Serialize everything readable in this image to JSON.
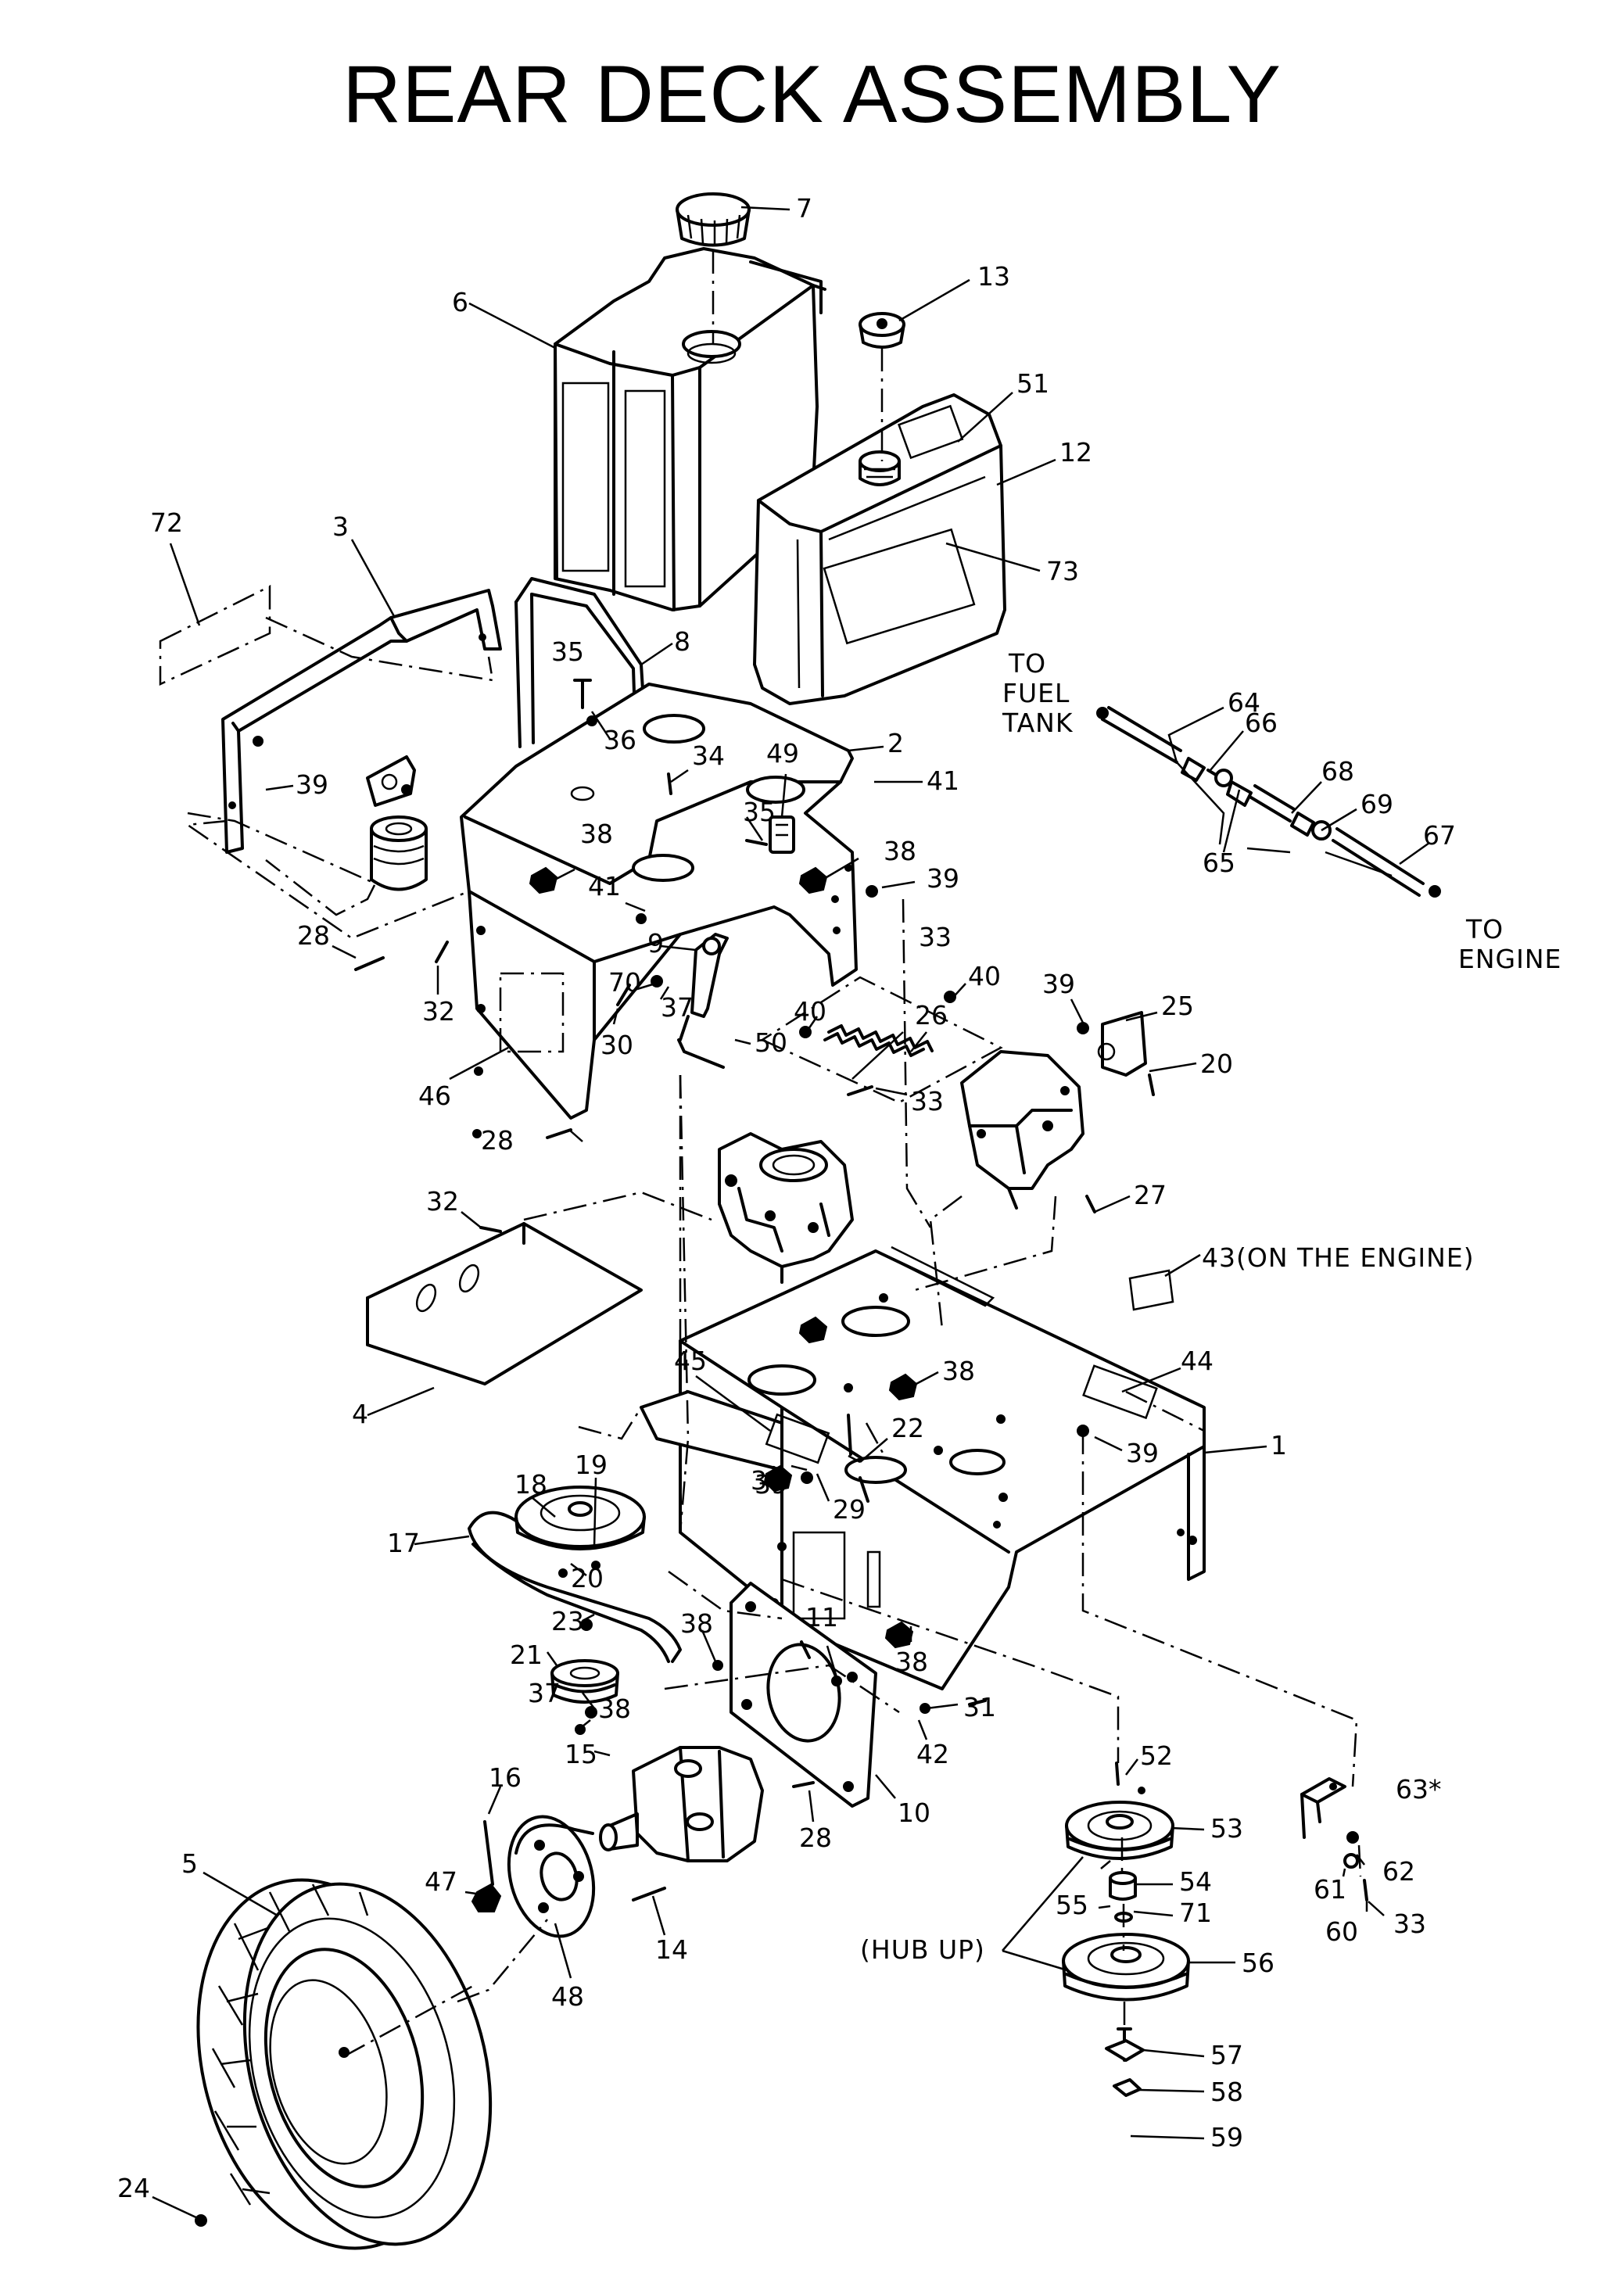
{
  "title": "REAR DECK  ASSEMBLY",
  "notes": {
    "to_fuel_tank_line1": "TO",
    "to_fuel_tank_line2": "FUEL",
    "to_fuel_tank_line3": "TANK",
    "to_engine_line1": "TO",
    "to_engine_line2": "ENGINE",
    "on_the_engine": "43(ON THE ENGINE)",
    "hub_up": "(HUB UP)",
    "part_63_suffix": "63*"
  },
  "callouts": [
    {
      "id": "c7",
      "text": "7"
    },
    {
      "id": "c13",
      "text": "13"
    },
    {
      "id": "c6",
      "text": "6"
    },
    {
      "id": "c51",
      "text": "51"
    },
    {
      "id": "c12",
      "text": "12"
    },
    {
      "id": "c72",
      "text": "72"
    },
    {
      "id": "c3",
      "text": "3"
    },
    {
      "id": "c73",
      "text": "73"
    },
    {
      "id": "c8",
      "text": "8"
    },
    {
      "id": "c35a",
      "text": "35"
    },
    {
      "id": "c36",
      "text": "36"
    },
    {
      "id": "c34",
      "text": "34"
    },
    {
      "id": "c49",
      "text": "49"
    },
    {
      "id": "c2",
      "text": "2"
    },
    {
      "id": "c41a",
      "text": "41"
    },
    {
      "id": "c39a",
      "text": "39"
    },
    {
      "id": "c35b",
      "text": "35"
    },
    {
      "id": "c38a",
      "text": "38"
    },
    {
      "id": "c38b",
      "text": "38"
    },
    {
      "id": "c39b",
      "text": "39"
    },
    {
      "id": "c41b",
      "text": "41"
    },
    {
      "id": "c28a",
      "text": "28"
    },
    {
      "id": "c9",
      "text": "9"
    },
    {
      "id": "c33a",
      "text": "33"
    },
    {
      "id": "c32a",
      "text": "32"
    },
    {
      "id": "c70",
      "text": "70"
    },
    {
      "id": "c37a",
      "text": "37"
    },
    {
      "id": "c50",
      "text": "50"
    },
    {
      "id": "c26",
      "text": "26"
    },
    {
      "id": "c40a",
      "text": "40"
    },
    {
      "id": "c40b",
      "text": "40"
    },
    {
      "id": "c39c",
      "text": "39"
    },
    {
      "id": "c25",
      "text": "25"
    },
    {
      "id": "c30",
      "text": "30"
    },
    {
      "id": "c46",
      "text": "46"
    },
    {
      "id": "c20a",
      "text": "20"
    },
    {
      "id": "c33b",
      "text": "33"
    },
    {
      "id": "c28b",
      "text": "28"
    },
    {
      "id": "c27",
      "text": "27"
    },
    {
      "id": "c32b",
      "text": "32"
    },
    {
      "id": "c64",
      "text": "64"
    },
    {
      "id": "c66",
      "text": "66"
    },
    {
      "id": "c68",
      "text": "68"
    },
    {
      "id": "c69",
      "text": "69"
    },
    {
      "id": "c67",
      "text": "67"
    },
    {
      "id": "c65",
      "text": "65"
    },
    {
      "id": "c39d",
      "text": "39"
    },
    {
      "id": "c38c",
      "text": "38"
    },
    {
      "id": "c45",
      "text": "45"
    },
    {
      "id": "c44",
      "text": "44"
    },
    {
      "id": "c4",
      "text": "4"
    },
    {
      "id": "c22",
      "text": "22"
    },
    {
      "id": "c19",
      "text": "19"
    },
    {
      "id": "c18",
      "text": "18"
    },
    {
      "id": "c38d",
      "text": "38"
    },
    {
      "id": "c39e",
      "text": "39"
    },
    {
      "id": "c1",
      "text": "1"
    },
    {
      "id": "c29",
      "text": "29"
    },
    {
      "id": "c17",
      "text": "17"
    },
    {
      "id": "c20b",
      "text": "20"
    },
    {
      "id": "c23",
      "text": "23"
    },
    {
      "id": "c38e",
      "text": "38"
    },
    {
      "id": "c11",
      "text": "11"
    },
    {
      "id": "c21",
      "text": "21"
    },
    {
      "id": "c38f",
      "text": "38"
    },
    {
      "id": "c37b",
      "text": "37"
    },
    {
      "id": "c38g",
      "text": "38"
    },
    {
      "id": "c31",
      "text": "31"
    },
    {
      "id": "c15",
      "text": "15"
    },
    {
      "id": "c42",
      "text": "42"
    },
    {
      "id": "c16",
      "text": "16"
    },
    {
      "id": "c52",
      "text": "52"
    },
    {
      "id": "c28c",
      "text": "28"
    },
    {
      "id": "c10",
      "text": "10"
    },
    {
      "id": "c53",
      "text": "53"
    },
    {
      "id": "c62",
      "text": "62"
    },
    {
      "id": "c5",
      "text": "5"
    },
    {
      "id": "c47",
      "text": "47"
    },
    {
      "id": "c54",
      "text": "54"
    },
    {
      "id": "c61",
      "text": "61"
    },
    {
      "id": "c55",
      "text": "55"
    },
    {
      "id": "c71",
      "text": "71"
    },
    {
      "id": "c60",
      "text": "60"
    },
    {
      "id": "c33c",
      "text": "33"
    },
    {
      "id": "c14",
      "text": "14"
    },
    {
      "id": "c48",
      "text": "48"
    },
    {
      "id": "c56",
      "text": "56"
    },
    {
      "id": "c24",
      "text": "24"
    },
    {
      "id": "c57",
      "text": "57"
    },
    {
      "id": "c58",
      "text": "58"
    },
    {
      "id": "c59",
      "text": "59"
    }
  ]
}
